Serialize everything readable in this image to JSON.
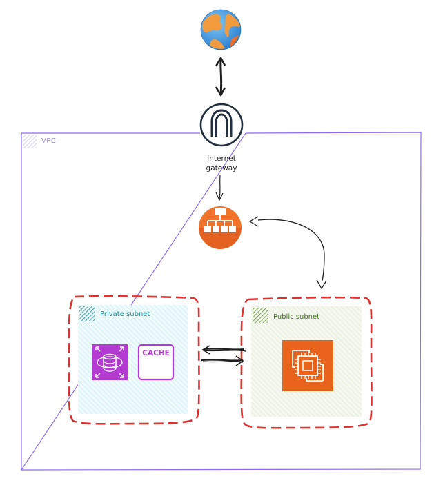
{
  "vpc": {
    "label": "VPC"
  },
  "internet_gateway": {
    "label_line1": "Internet",
    "label_line2": "gateway"
  },
  "private_subnet": {
    "label": "Private subnet",
    "cache_label": "CACHE"
  },
  "public_subnet": {
    "label": "Public subnet"
  },
  "colors": {
    "vpc_border": "#8c6cf0",
    "subnet_dash": "#e03131",
    "private_fill": "#d3f1f4",
    "public_fill": "#e6efd8",
    "elb_orange": "#f0732a",
    "ec2_orange": "#e8641c",
    "rds_purple": "#b33bd1",
    "igw_stroke": "#232f3e"
  },
  "icons": [
    "globe-icon",
    "internet-gateway-icon",
    "load-balancer-icon",
    "rds-database-icon",
    "elasticache-icon",
    "ec2-instance-icon"
  ]
}
